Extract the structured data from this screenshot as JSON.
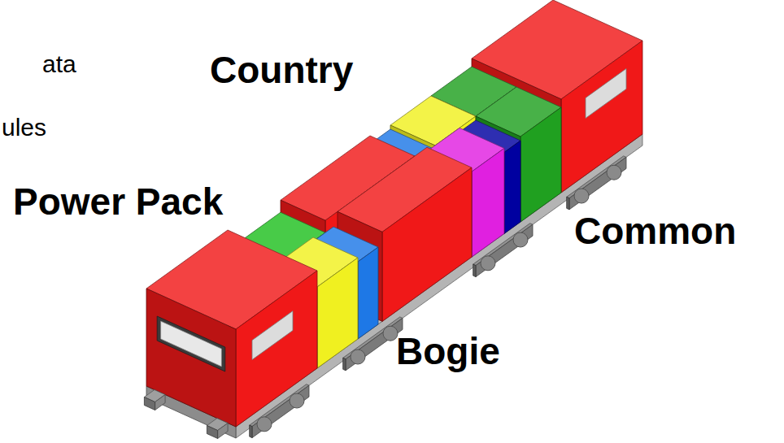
{
  "diagram": {
    "labels": [
      "ata",
      "ules",
      "Country",
      "Power Pack",
      "Common",
      "Bogie"
    ]
  }
}
